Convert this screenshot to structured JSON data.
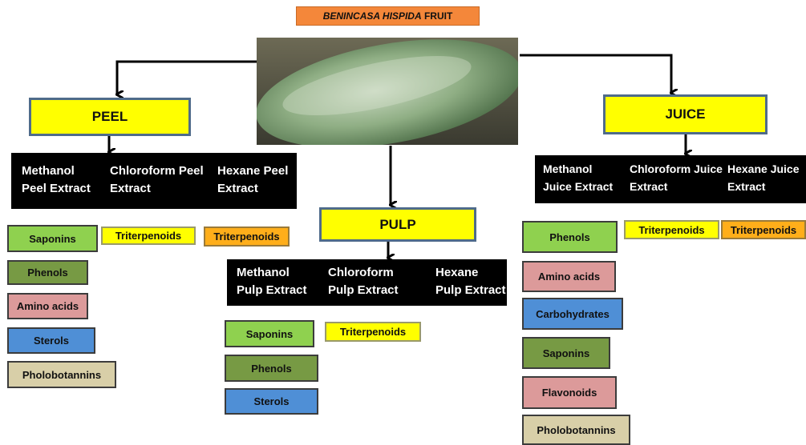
{
  "title": {
    "italic": "BENINCASA HISPIDA",
    "rest": " FRUIT"
  },
  "heads": {
    "peel": "PEEL",
    "pulp": "PULP",
    "juice": "JUICE"
  },
  "extracts": {
    "peel": [
      "Methanol\nPeel Extract",
      "Chloroform Peel\nExtract",
      "Hexane Peel\nExtract"
    ],
    "pulp": [
      "Methanol\nPulp Extract",
      "Chloroform\nPulp Extract",
      "Hexane\nPulp Extract"
    ],
    "juice": [
      "Methanol\nJuice Extract",
      "Chloroform Juice\nExtract",
      "Hexane Juice\nExtract"
    ]
  },
  "peel_methanol": [
    "Saponins",
    "Phenols",
    "Amino acids",
    "Sterols",
    "Pholobotannins"
  ],
  "peel_chloroform": [
    "Triterpenoids"
  ],
  "peel_hexane": [
    "Triterpenoids"
  ],
  "pulp_methanol": [
    "Saponins",
    "Phenols",
    "Sterols"
  ],
  "pulp_chloroform": [
    "Triterpenoids"
  ],
  "juice_methanol": [
    "Phenols",
    "Amino acids",
    "Carbohydrates",
    "Saponins",
    "Flavonoids",
    "Pholobotannins"
  ],
  "juice_chloroform": [
    "Triterpenoids"
  ],
  "juice_hexane": [
    "Triterpenoids"
  ],
  "colors": {
    "green": "#8fd14f",
    "olive": "#779a44",
    "pink": "#dc9a9a",
    "blue": "#4f8fd6",
    "tan": "#d8cfa8",
    "yellow": "#ffff00",
    "orange": "#ffae1a"
  }
}
